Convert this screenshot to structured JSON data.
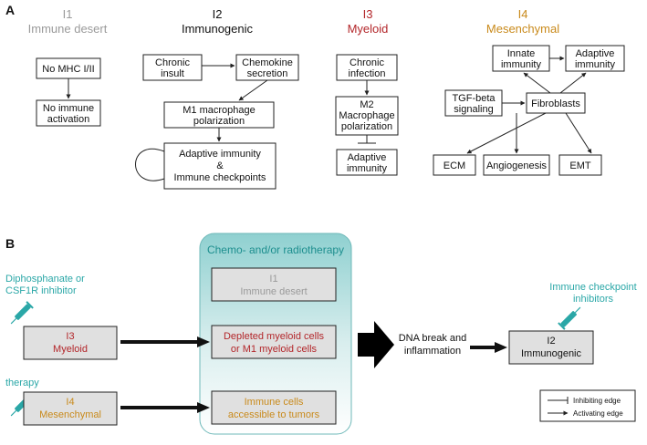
{
  "panel_a": {
    "label": "A",
    "columns": [
      {
        "id": "I1",
        "name": "Immune desert",
        "color": "#9a9a9a"
      },
      {
        "id": "I2",
        "name": "Immunogenic",
        "color": "#111111"
      },
      {
        "id": "I3",
        "name": "Myeloid",
        "color": "#b3262a"
      },
      {
        "id": "I4",
        "name": "Mesenchymal",
        "color": "#c98a1b"
      }
    ],
    "i1": {
      "no_mhc": "No MHC I/II",
      "no_immune_1": "No immune",
      "no_immune_2": "activation"
    },
    "i2": {
      "chronic_1": "Chronic",
      "chronic_2": "insult",
      "chemokine_1": "Chemokine",
      "chemokine_2": "secretion",
      "m1_1": "M1 macrophage",
      "m1_2": "polarization",
      "adaptive_1": "Adaptive immunity",
      "adaptive_2": "&",
      "adaptive_3": "Immune checkpoints"
    },
    "i3": {
      "infection_1": "Chronic",
      "infection_2": "infection",
      "m2_1": "M2",
      "m2_2": "Macrophage",
      "m2_3": "polarization",
      "adaptive_1": "Adaptive",
      "adaptive_2": "immunity"
    },
    "i4": {
      "innate_1": "Innate",
      "innate_2": "immunity",
      "adaptive_1": "Adaptive",
      "adaptive_2": "immunity",
      "tgf_1": "TGF-beta",
      "tgf_2": "signaling",
      "fibroblasts": "Fibroblasts",
      "ecm": "ECM",
      "angiogenesis": "Angiogenesis",
      "emt": "EMT"
    }
  },
  "panel_b": {
    "label": "B",
    "center_title": "Chemo- and/or radiotherapy",
    "c1_id": "I1",
    "c1_name": "Immune desert",
    "c2_1": "Depleted myeloid cells",
    "c2_2": "or M1 myeloid cells",
    "c3_1": "Immune cells",
    "c3_2": "accessible to tumors",
    "drug1_1": "Diphosphanate or",
    "drug1_2": "CSF1R inhibitor",
    "drug2": "therapy",
    "drug3_1": "Immune checkpoint",
    "drug3_2": "inhibitors",
    "i3_id": "I3",
    "i3_name": "Myeloid",
    "i4_id": "I4",
    "i4_name": "Mesenchymal",
    "dna_1": "DNA break and",
    "dna_2": "inflammation",
    "i2_id": "I2",
    "i2_name": "Immunogenic",
    "legend_inhibit": "Inhibiting edge",
    "legend_activate": "Activating edge"
  },
  "colors": {
    "grey": "#9a9a9a",
    "red": "#b3262a",
    "orange": "#c98a1b",
    "teal": "#2aa7a7",
    "teal_bg": "#9fd6d6"
  }
}
